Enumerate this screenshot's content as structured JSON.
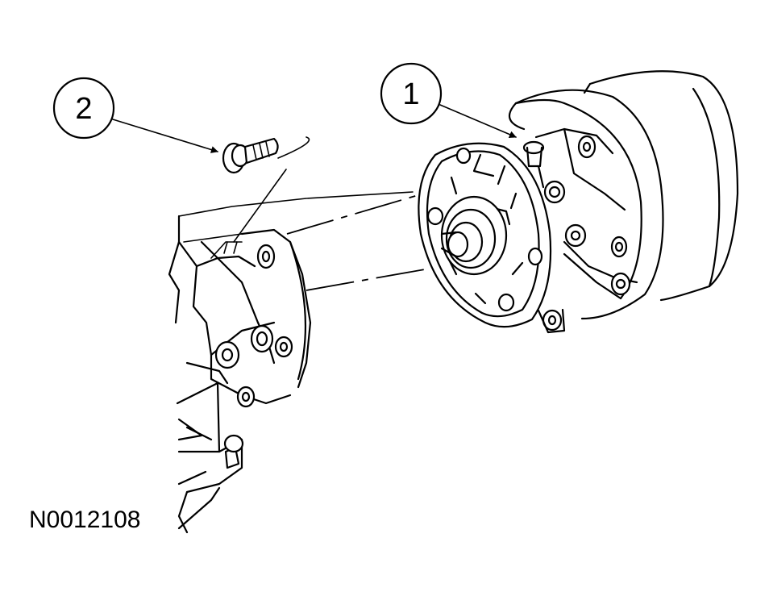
{
  "callouts": [
    {
      "label": "1"
    },
    {
      "label": "2"
    }
  ],
  "figure_id": "N0012108",
  "colors": {
    "ink": "#000000",
    "paper": "#ffffff"
  }
}
